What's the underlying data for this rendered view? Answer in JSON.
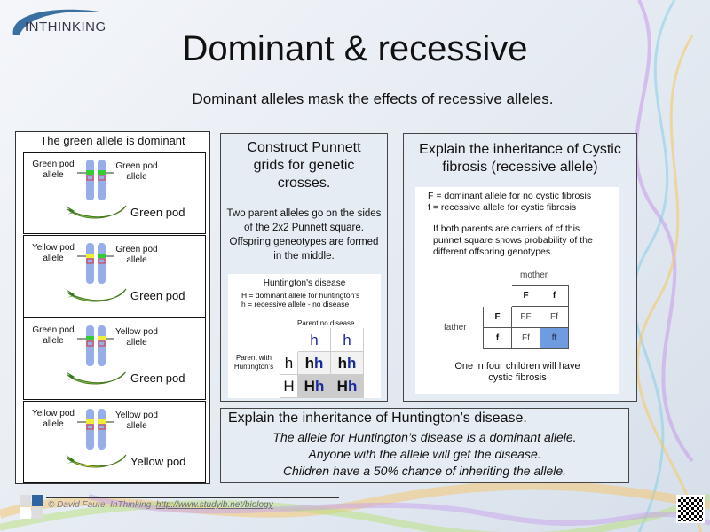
{
  "logo": "INTHINKING",
  "title": "Dominant & recessive",
  "subtitle": "Dominant alleles mask the effects of recessive alleles.",
  "left": {
    "heading": "The green allele is dominant",
    "cells": [
      {
        "left": "Green pod allele",
        "right": "Green pod allele",
        "pod": "Green pod",
        "pod_color": "#7cc44a",
        "left_band": "#33cc33",
        "right_band": "#33cc33"
      },
      {
        "left": "Yellow pod allele",
        "right": "Green pod allele",
        "pod": "Green pod",
        "pod_color": "#7cc44a",
        "left_band": "#eeee33",
        "right_band": "#33cc33"
      },
      {
        "left": "Green pod allele",
        "right": "Yellow pod allele",
        "pod": "Green pod",
        "pod_color": "#7cc44a",
        "left_band": "#33cc33",
        "right_band": "#eeee33"
      },
      {
        "left": "Yellow pod allele",
        "right": "Yellow pod allele",
        "pod": "Yellow pod",
        "pod_color": "#f2e640",
        "left_band": "#eeee33",
        "right_band": "#eeee33"
      }
    ]
  },
  "mid": {
    "heading": "Construct Punnett grids for genetic crosses.",
    "text": "Two parent alleles go on the sides of the 2x2 Punnett square. Offspring geneotypes are formed in the middle.",
    "hd": {
      "title": "Huntington's disease",
      "key1": "H = dominant allele for huntington's",
      "key2": "h  = recessive allele - no disease",
      "top_label": "Parent no disease",
      "side_label": "Parent with Huntington's",
      "cols": [
        "h",
        "h"
      ],
      "rows": [
        {
          "a": "h",
          "cells": [
            [
              "h",
              "h"
            ],
            [
              "h",
              "h"
            ]
          ]
        },
        {
          "a": "H",
          "cells": [
            [
              "H",
              "h"
            ],
            [
              "H",
              "h"
            ]
          ]
        }
      ]
    }
  },
  "right": {
    "heading": "Explain the inheritance of Cystic fibrosis (recessive allele)",
    "key1": "F = dominant allele for no cystic fibrosis",
    "key2": "f  = recessive allele for cystic fibrosis",
    "text": "If both parents are carriers of cf this punnet square shows probability of the different offspring genotypes.",
    "mother": "mother",
    "father": "father",
    "cols": [
      "F",
      "f"
    ],
    "rows": [
      {
        "a": "F",
        "cells": [
          "FF",
          "Ff"
        ]
      },
      {
        "a": "f",
        "cells": [
          "Ff",
          "ff"
        ]
      }
    ],
    "conclusion": "One in four children will have cystic fibrosis",
    "highlight": "#6f9ce0"
  },
  "bottom": {
    "heading": "Explain the inheritance of Huntington’s disease.",
    "lines": [
      "The allele for Huntington’s disease is a dominant allele.",
      "Anyone with the allele will get the disease.",
      "Children have a 50% chance of inheriting the allele."
    ]
  },
  "footer": {
    "credit": "© David Faure, InThinking",
    "link": "http://www.studyib.net/biology"
  }
}
